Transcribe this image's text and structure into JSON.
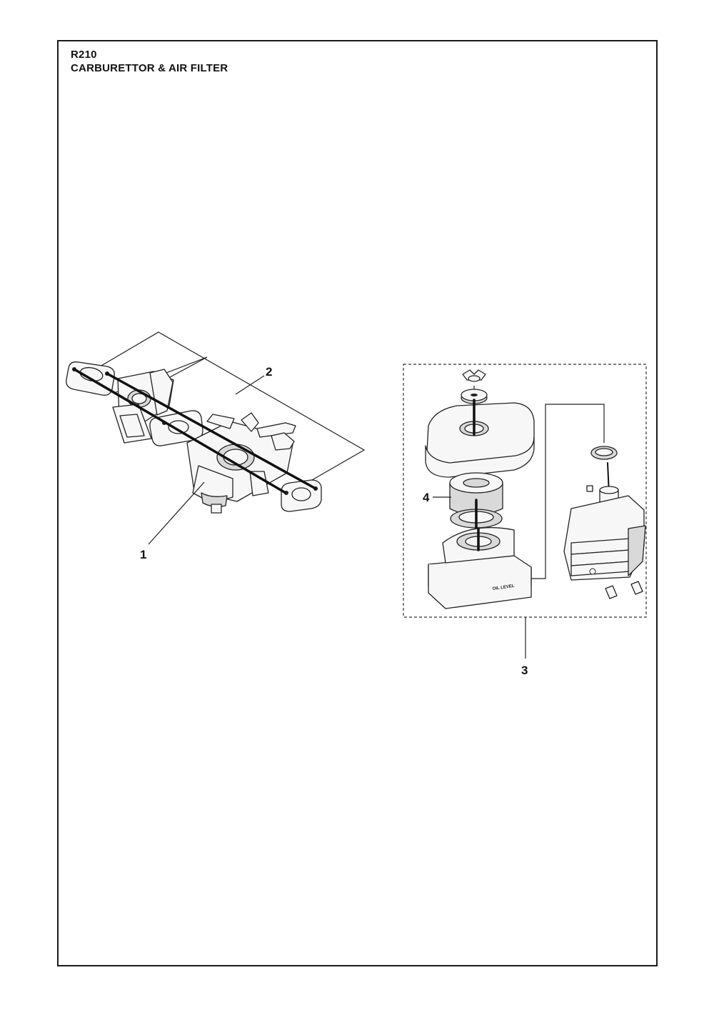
{
  "header": {
    "code": "R210",
    "title": "CARBURETTOR & AIR FILTER"
  },
  "callouts": [
    "1",
    "2",
    "3",
    "4"
  ],
  "labels": {
    "oil_level": "OIL LEVEL"
  }
}
